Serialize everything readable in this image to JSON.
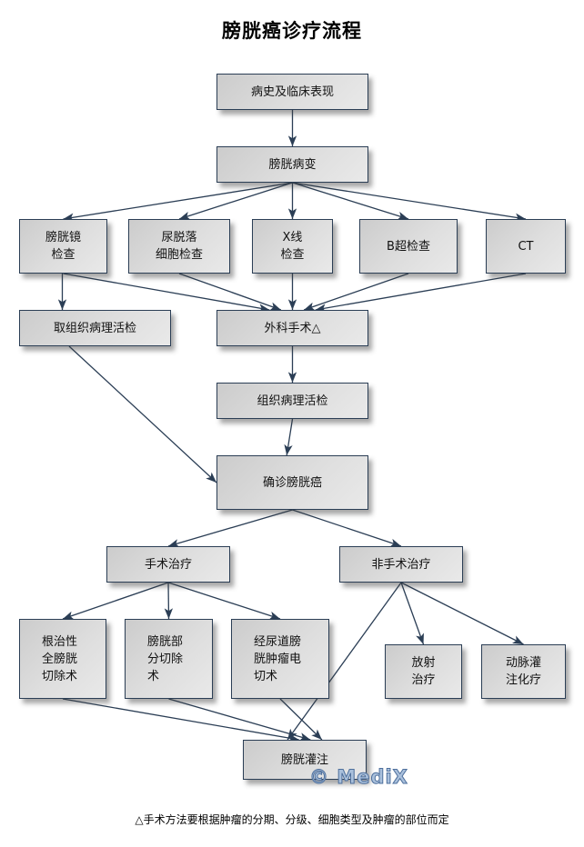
{
  "title": "膀胱癌诊疗流程",
  "colors": {
    "border": "#2b3e55",
    "arrow": "#2b3e55",
    "fill_start": "#cccccc",
    "fill_end": "#e9e9e9"
  },
  "nodes": {
    "history": "病史及临床表现",
    "lesion": "膀胱病变",
    "cystoscopy": "膀胱镜\n检查",
    "urine_cytology": "尿脱落\n细胞检查",
    "xray": "X线\n检查",
    "ultrasound": "B超检查",
    "ct": "CT",
    "biopsy_take": "取组织病理活检",
    "surgery": "外科手术△",
    "pathology": "组织病理活检",
    "diagnosis": "确诊膀胱癌",
    "surgical_tx": "手术治疗",
    "nonsurgical_tx": "非手术治疗",
    "radical": "根治性\n全膀胱\n切除术",
    "partial": "膀胱部\n分切除\n术",
    "turbt": "经尿道膀\n胱肿瘤电\n切术",
    "radiation": "放射\n治疗",
    "arterial_chemo": "动脉灌\n注化疗",
    "instillation": "膀胱灌注"
  },
  "edges": [
    [
      "history",
      "lesion"
    ],
    [
      "lesion",
      "cystoscopy"
    ],
    [
      "lesion",
      "urine_cytology"
    ],
    [
      "lesion",
      "xray"
    ],
    [
      "lesion",
      "ultrasound"
    ],
    [
      "lesion",
      "ct"
    ],
    [
      "cystoscopy",
      "biopsy_take"
    ],
    [
      "cystoscopy",
      "surgery"
    ],
    [
      "urine_cytology",
      "surgery"
    ],
    [
      "xray",
      "surgery"
    ],
    [
      "ultrasound",
      "surgery"
    ],
    [
      "ct",
      "surgery"
    ],
    [
      "surgery",
      "pathology"
    ],
    [
      "pathology",
      "diagnosis"
    ],
    [
      "biopsy_take",
      "diagnosis"
    ],
    [
      "diagnosis",
      "surgical_tx"
    ],
    [
      "diagnosis",
      "nonsurgical_tx"
    ],
    [
      "surgical_tx",
      "radical"
    ],
    [
      "surgical_tx",
      "partial"
    ],
    [
      "surgical_tx",
      "turbt"
    ],
    [
      "nonsurgical_tx",
      "radiation"
    ],
    [
      "nonsurgical_tx",
      "arterial_chemo"
    ],
    [
      "nonsurgical_tx",
      "instillation"
    ],
    [
      "radical",
      "instillation"
    ],
    [
      "partial",
      "instillation"
    ],
    [
      "turbt",
      "instillation"
    ]
  ],
  "footnote": "△手术方法要根据肿瘤的分期、分级、细胞类型及肿瘤的部位而定",
  "watermark": "© MediX"
}
